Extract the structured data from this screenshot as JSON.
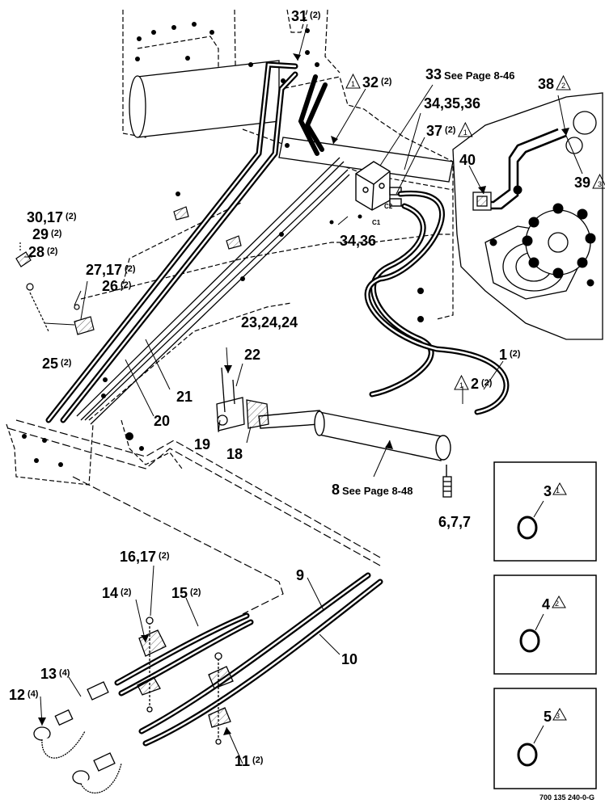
{
  "drawing_number": "700 135 240-0-G",
  "callouts": [
    {
      "id": "c31",
      "num": "31",
      "qty": "(2)"
    },
    {
      "id": "c32",
      "num": "32",
      "qty": "(2)",
      "note": "1"
    },
    {
      "id": "c33",
      "num": "33",
      "ref": "See Page 8-46"
    },
    {
      "id": "c34a",
      "num": "34,35,36"
    },
    {
      "id": "c37",
      "num": "37",
      "qty": "(2)",
      "note": "1"
    },
    {
      "id": "c38",
      "num": "38",
      "note": "2"
    },
    {
      "id": "c39",
      "num": "39",
      "note": "3"
    },
    {
      "id": "c40",
      "num": "40"
    },
    {
      "id": "c34b",
      "num": "34,36"
    },
    {
      "id": "c30",
      "num": "30,17",
      "qty": "(2)"
    },
    {
      "id": "c29",
      "num": "29",
      "qty": "(2)"
    },
    {
      "id": "c28",
      "num": "28",
      "qty": "(2)"
    },
    {
      "id": "c27",
      "num": "27,17",
      "qty": "(2)"
    },
    {
      "id": "c26",
      "num": "26",
      "qty": "(2)"
    },
    {
      "id": "c25",
      "num": "25",
      "qty": "(2)"
    },
    {
      "id": "c23",
      "num": "23,24,24"
    },
    {
      "id": "c22",
      "num": "22"
    },
    {
      "id": "c21",
      "num": "21"
    },
    {
      "id": "c20",
      "num": "20"
    },
    {
      "id": "c19",
      "num": "19"
    },
    {
      "id": "c18",
      "num": "18"
    },
    {
      "id": "c1",
      "num": "1",
      "qty": "(2)"
    },
    {
      "id": "c2",
      "num": "2",
      "qty": "(2)",
      "note": "1"
    },
    {
      "id": "c8",
      "num": "8",
      "ref": "See Page 8-48"
    },
    {
      "id": "c6",
      "num": "6,7,7"
    },
    {
      "id": "c16",
      "num": "16,17",
      "qty": "(2)"
    },
    {
      "id": "c14",
      "num": "14",
      "qty": "(2)"
    },
    {
      "id": "c15",
      "num": "15",
      "qty": "(2)"
    },
    {
      "id": "c9",
      "num": "9"
    },
    {
      "id": "c10",
      "num": "10"
    },
    {
      "id": "c13",
      "num": "13",
      "qty": "(4)"
    },
    {
      "id": "c12",
      "num": "12",
      "qty": "(4)"
    },
    {
      "id": "c11",
      "num": "11",
      "qty": "(2)"
    }
  ],
  "port_labels": {
    "c1": "C1",
    "c2": "C2"
  },
  "inset_panels": [
    {
      "num": "3",
      "note": "1"
    },
    {
      "num": "4",
      "note": "2"
    },
    {
      "num": "5",
      "note": "3"
    }
  ]
}
